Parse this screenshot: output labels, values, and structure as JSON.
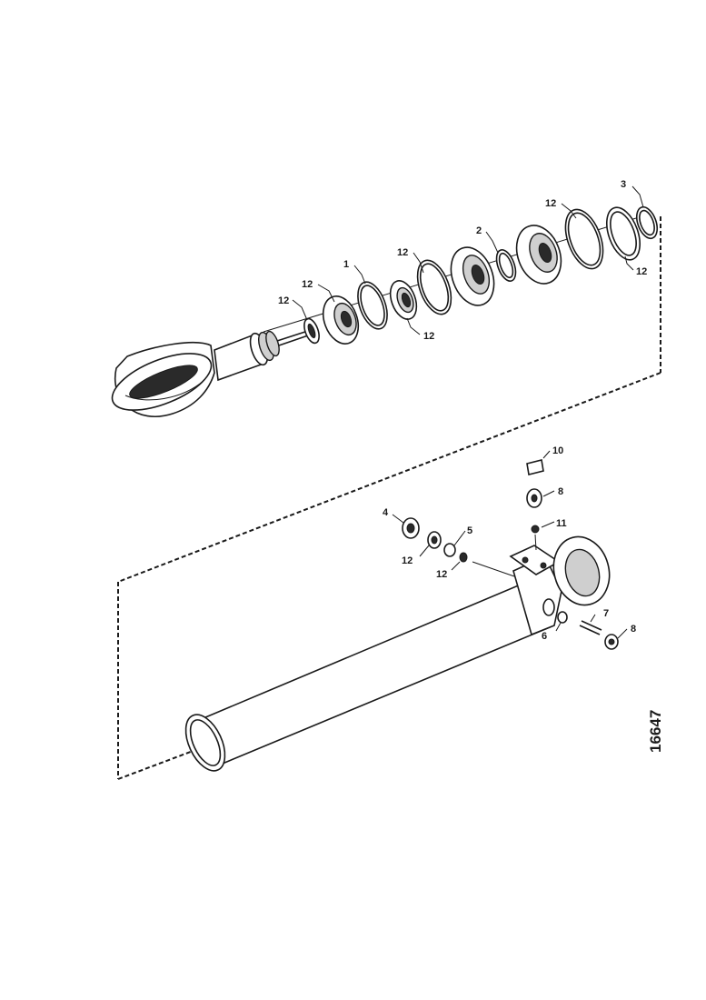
{
  "diagram": {
    "reference_number": "16647",
    "callouts": {
      "c1": "1",
      "c2": "2",
      "c3": "3",
      "c4": "4",
      "c5": "5",
      "c6": "6",
      "c7": "7",
      "c8_top": "8",
      "c8_bottom": "8",
      "c10": "10",
      "c11": "11",
      "c12_a": "12",
      "c12_b": "12",
      "c12_c": "12",
      "c12_d": "12",
      "c12_e": "12",
      "c12_f": "12",
      "c12_g": "12",
      "c12_h": "12"
    }
  }
}
